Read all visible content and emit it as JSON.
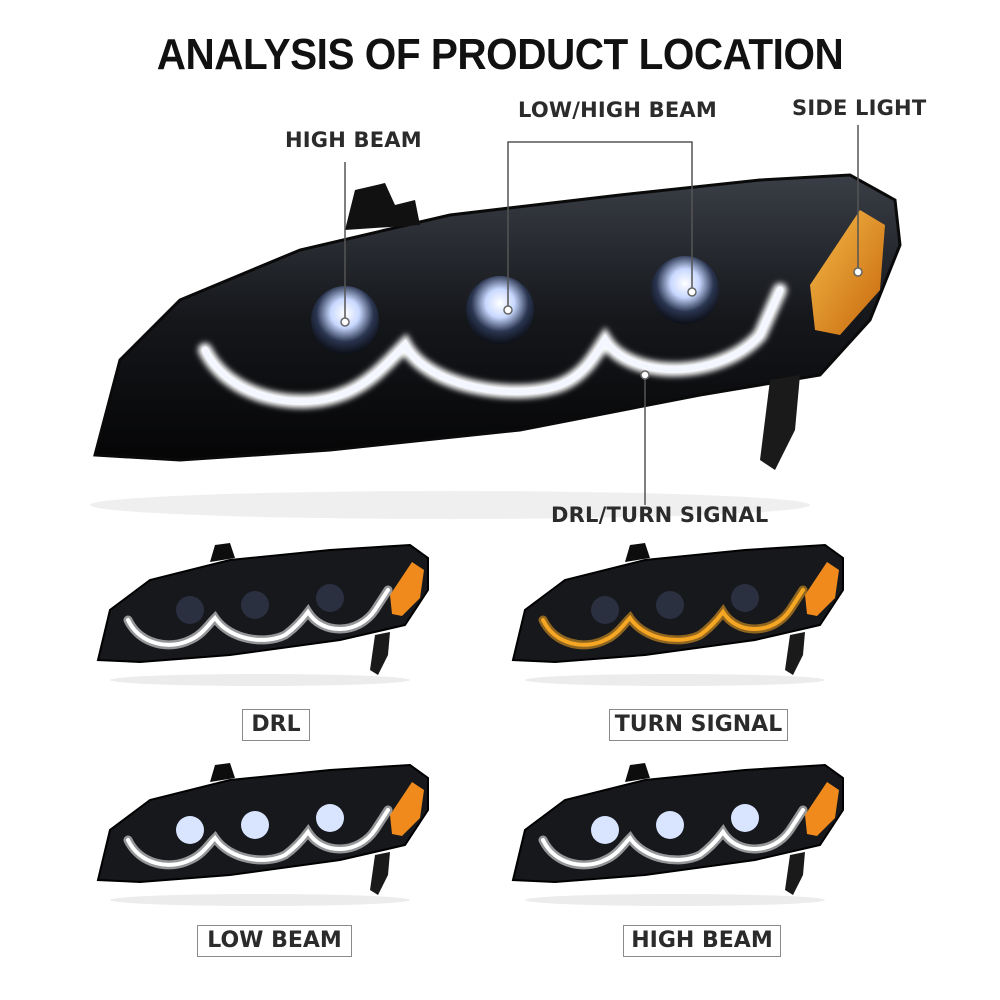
{
  "title": "ANALYSIS OF PRODUCT LOCATION",
  "callouts": {
    "high_beam": "HIGH BEAM",
    "low_high_beam": "LOW/HIGH BEAM",
    "side_light": "SIDE LIGHT",
    "drl_turn_signal": "DRL/TURN SIGNAL"
  },
  "variants": [
    {
      "label": "DRL",
      "glow_color": "#ffffff",
      "mode": "drl"
    },
    {
      "label": "TURN SIGNAL",
      "glow_color": "#f5a623",
      "mode": "turn"
    },
    {
      "label": "LOW BEAM",
      "glow_color": "#ffffff",
      "mode": "low"
    },
    {
      "label": "HIGH BEAM",
      "glow_color": "#ffffff",
      "mode": "high"
    }
  ],
  "colors": {
    "housing": "#16181c",
    "amber": "#f08a1c",
    "drl": "#ffffff",
    "text": "#2b2b2b"
  },
  "icons": [
    "headlight-icon"
  ]
}
